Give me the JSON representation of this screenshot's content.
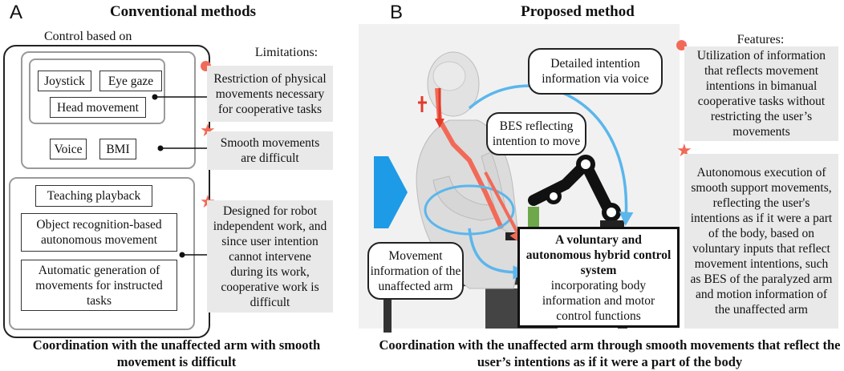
{
  "panel_a": {
    "letter": "A",
    "title": "Conventional  methods",
    "control_label": "Control based on",
    "limitations_label": "Limitations:",
    "controls": {
      "joystick": "Joystick",
      "eye_gaze": "Eye gaze",
      "head_movement": "Head movement",
      "voice": "Voice",
      "bmi": "BMI",
      "teaching_playback": "Teaching  playback",
      "object_recognition": "Object recognition-based autonomous movement",
      "automatic_generation": "Automatic generation of movements for instructed tasks"
    },
    "limitations": [
      "Restriction of physical movements necessary for cooperative tasks",
      "Smooth movements are difficult",
      "Designed for robot independent work, and since user intention cannot intervene during its work, cooperative work is difficult"
    ],
    "caption": "Coordination with the unaffected arm with smooth movement is difficult"
  },
  "panel_b": {
    "letter": "B",
    "title": "Proposed  method",
    "features_label": "Features:",
    "features": [
      "Utilization of information that reflects movement intentions in bimanual cooperative tasks without restricting the user’s movements",
      "Autonomous execution of smooth support movements, reflecting the user's intentions as if it were a part of the body, based on voluntary inputs that reflect movement intentions, such as BES of the paralyzed arm and motion information of the unaffected arm"
    ],
    "bubbles": {
      "voice": "Detailed intention information via voice",
      "bes": "BES reflecting intention to move",
      "movement": "Movement information of the unaffected arm"
    },
    "system_title": "A voluntary and autonomous hybrid control system",
    "system_body": "incorporating body information and motor control functions",
    "caption": "Coordination with the unaffected arm through smooth movements that reflect the user’s intentions as if it were a part of the body"
  },
  "colors": {
    "accent_red": "#f26a57",
    "accent_blue": "#5bb6ec",
    "arrow_blue": "#1e9be6",
    "grey_box": "#e9e9e9"
  }
}
